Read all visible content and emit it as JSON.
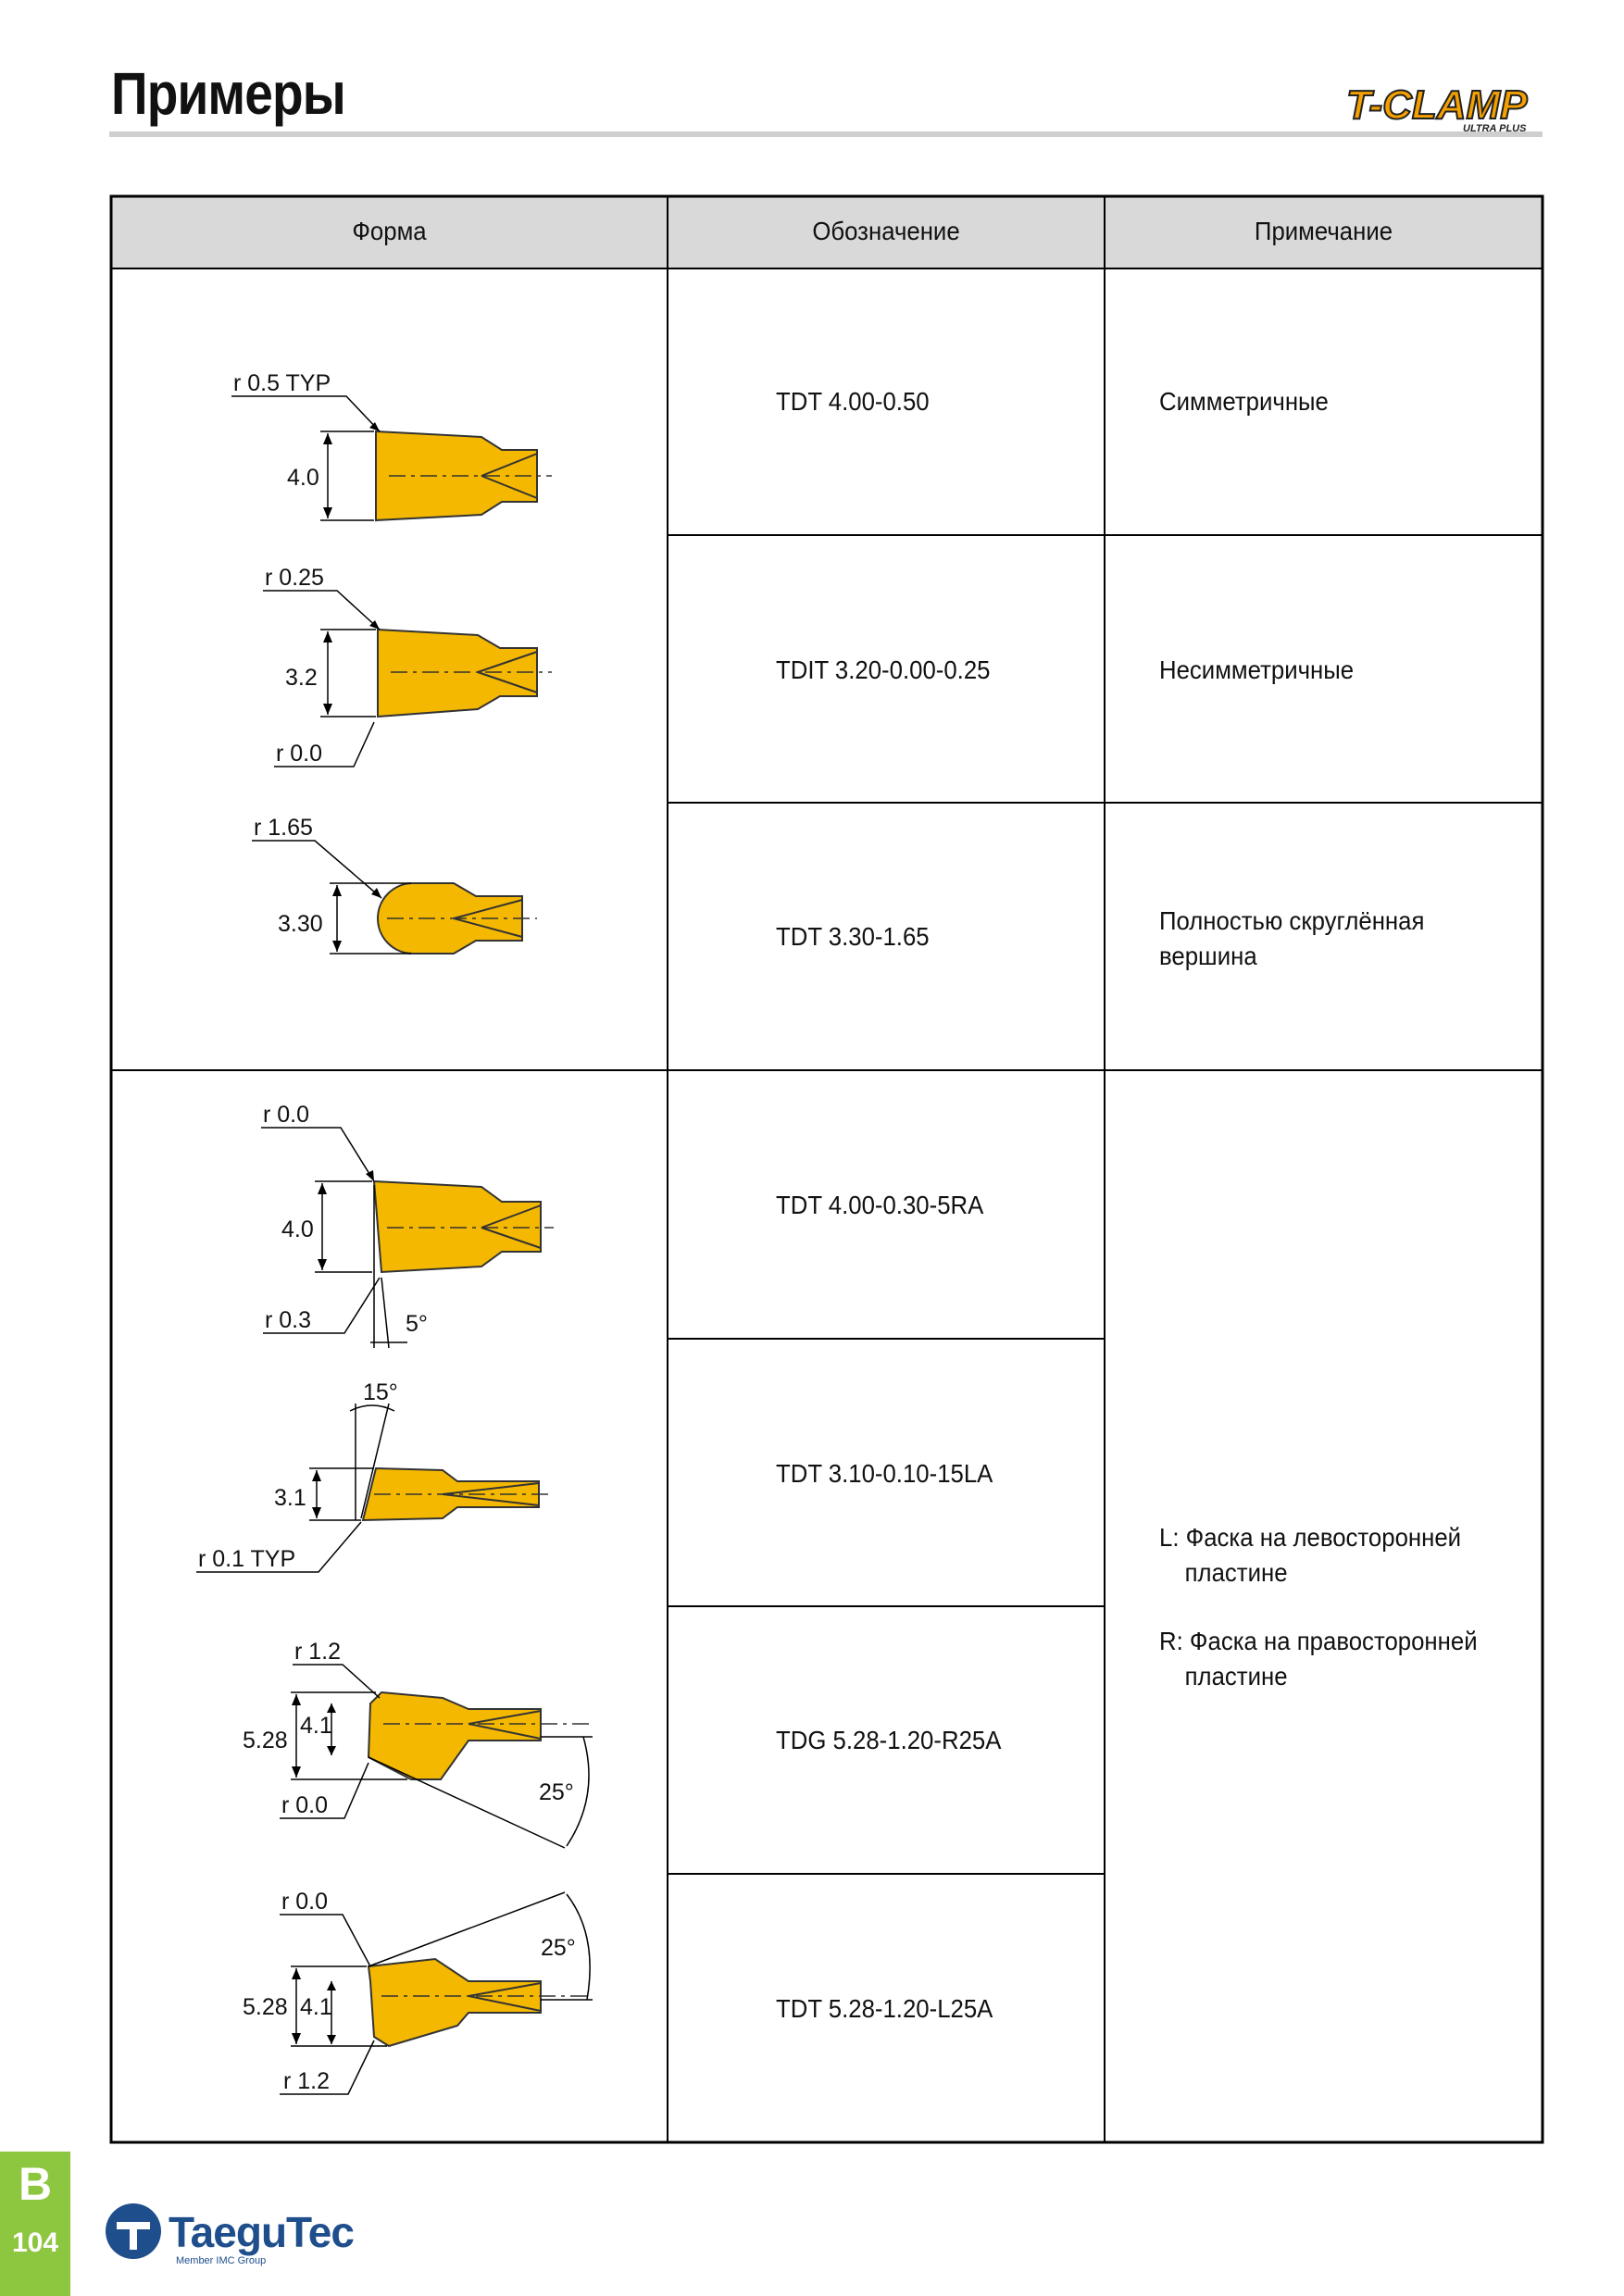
{
  "page": {
    "title": "Примеры",
    "brand_logo_text": "T-CLAMP",
    "brand_logo_sub": "ULTRA PLUS"
  },
  "table": {
    "headers": [
      "Форма",
      "Обозначение",
      "Примечание"
    ],
    "rows": [
      {
        "designation": "TDT 4.00-0.50",
        "note": "Симметричные"
      },
      {
        "designation": "TDIT 3.20-0.00-0.25",
        "note": "Несимметричные"
      },
      {
        "designation": "TDT 3.30-1.65",
        "note_lines": [
          "Полностью скруглённая",
          "вершина"
        ]
      },
      {
        "designation": "TDT 4.00-0.30-5RA"
      },
      {
        "designation": "TDT 3.10-0.10-15LA"
      },
      {
        "designation": "TDG 5.28-1.20-R25A"
      },
      {
        "designation": "TDT 5.28-1.20-L25A"
      }
    ],
    "merged_note": {
      "l_line1": "L: Фаска на левосторонней",
      "l_line2": "пластине",
      "r_line1": "R: Фаска на правосторонней",
      "r_line2": "пластине"
    }
  },
  "drawings": {
    "d1": {
      "radius": "r 0.5 TYP",
      "width": "4.0"
    },
    "d2": {
      "radius_top": "r 0.25",
      "width": "3.2",
      "radius_bottom": "r 0.0"
    },
    "d3": {
      "radius": "r 1.65",
      "width": "3.30"
    },
    "d4": {
      "radius_top": "r 0.0",
      "width": "4.0",
      "radius_bottom": "r 0.3",
      "angle": "5°"
    },
    "d5": {
      "angle": "15°",
      "width": "3.1",
      "radius": "r 0.1 TYP"
    },
    "d6": {
      "radius_top": "r 1.2",
      "width_outer": "5.28",
      "width_inner": "4.1",
      "radius_bottom": "r 0.0",
      "angle": "25°"
    },
    "d7": {
      "radius_top": "r 0.0",
      "angle": "25°",
      "width_outer": "5.28",
      "width_inner": "4.1",
      "radius_bottom": "r 1.2"
    }
  },
  "footer": {
    "section_letter": "B",
    "page_number": "104",
    "company": "TaeguTec",
    "company_sub": "Member IMC Group"
  },
  "colors": {
    "insert_fill": "#f5b800",
    "header_bg": "#d9d9d9",
    "page_tab": "#8dc63f",
    "brand_blue": "#1f4e8c"
  }
}
